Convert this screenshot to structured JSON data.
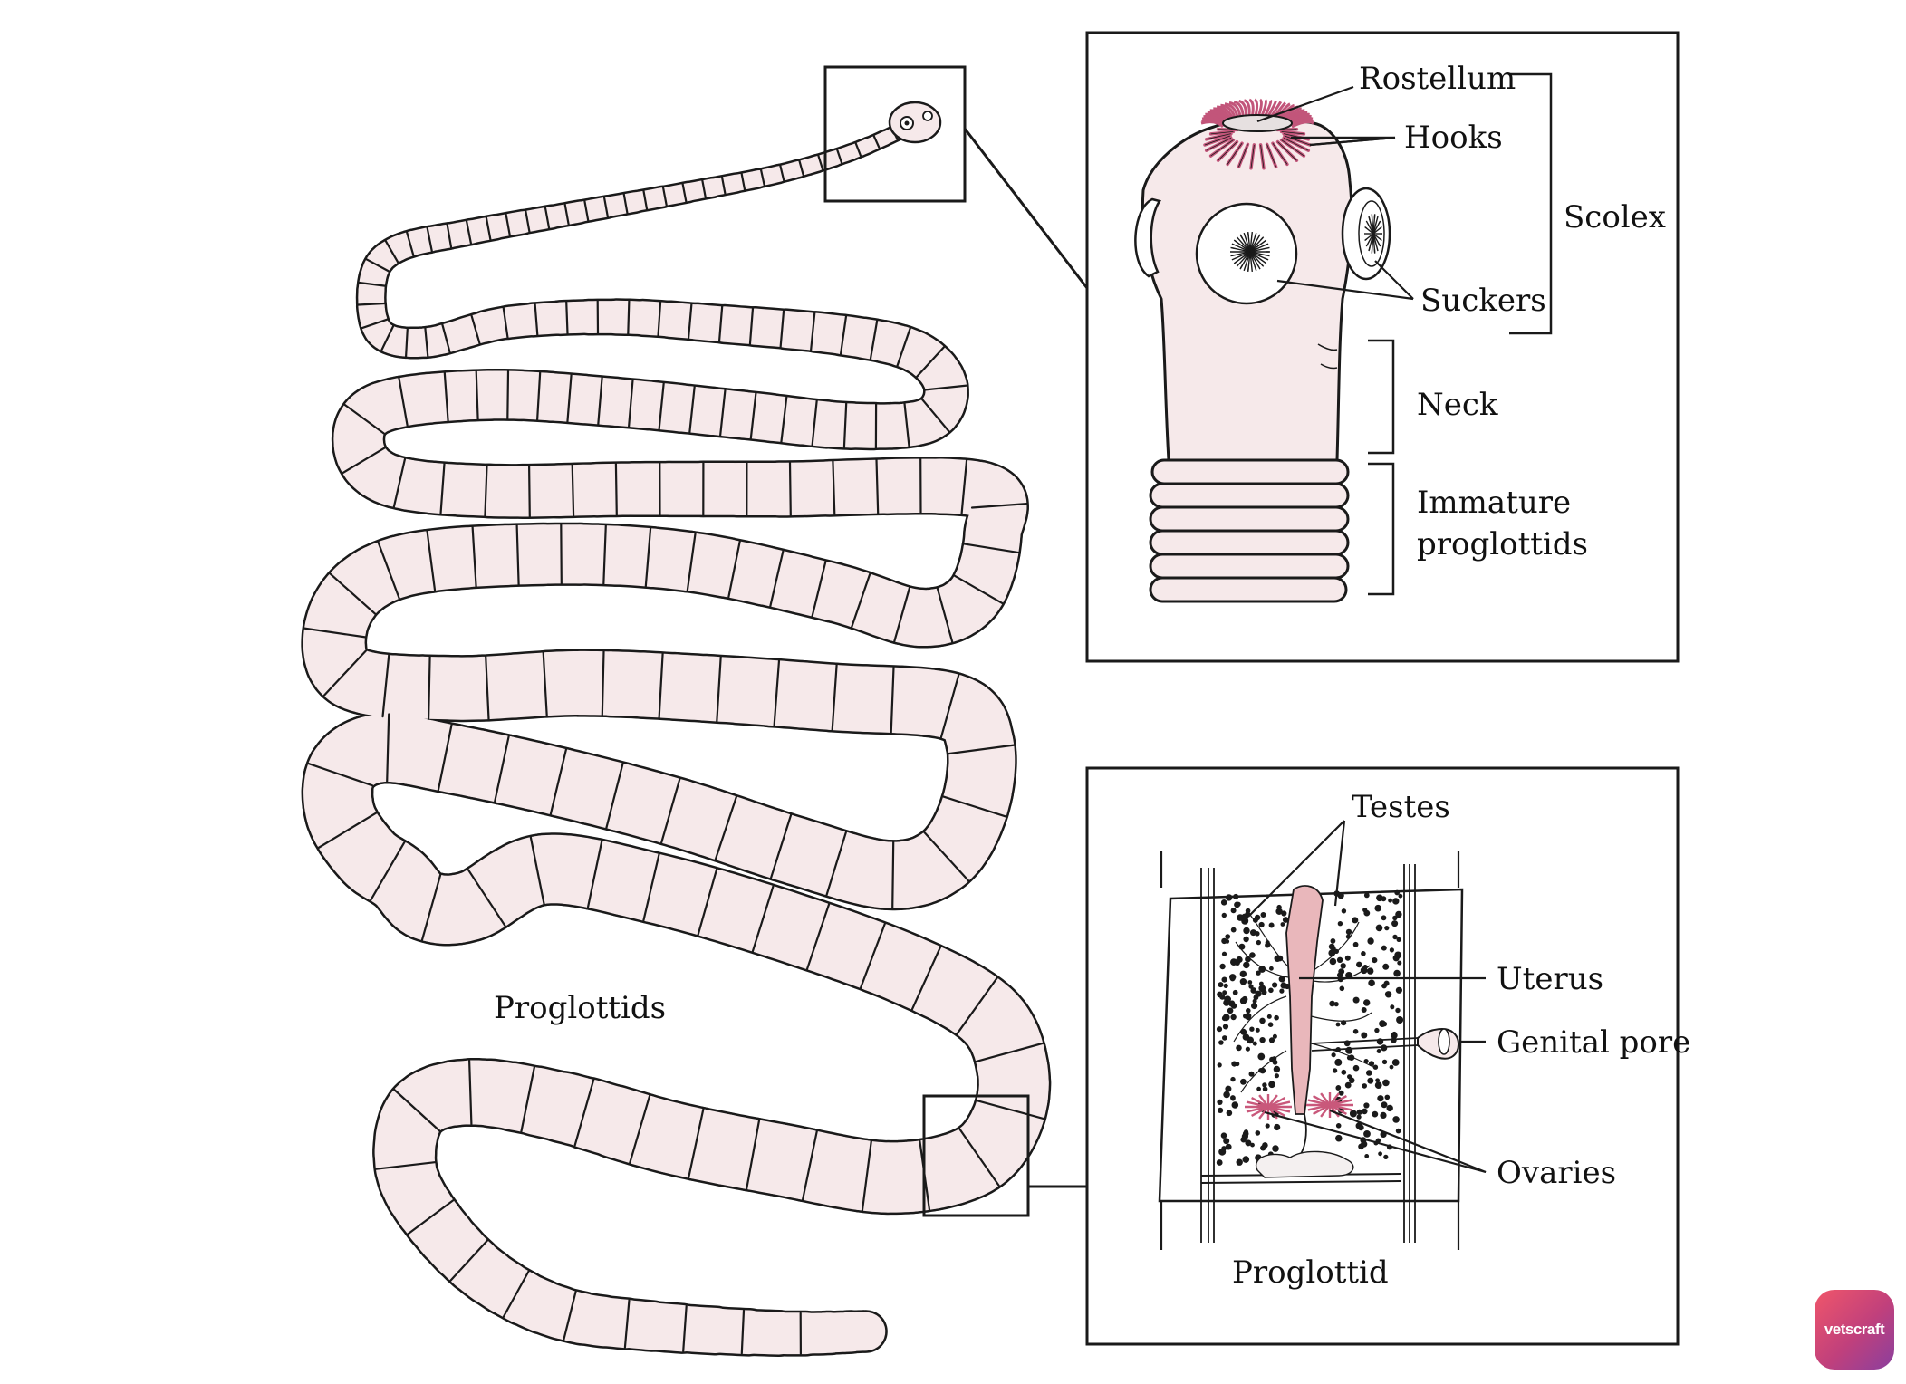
{
  "labels": {
    "rostellum": "Rostellum",
    "hooks": "Hooks",
    "scolex": "Scolex",
    "suckers": "Suckers",
    "neck": "Neck",
    "immature_line1": "Immature",
    "immature_line2": "proglottids",
    "proglottids": "Proglottids",
    "testes": "Testes",
    "uterus": "Uterus",
    "genital_pore": "Genital pore",
    "ovaries": "Ovaries",
    "proglottid": "Proglottid"
  },
  "brand": {
    "name": "vetscraft"
  },
  "colors": {
    "body_fill": "#f6e9ea",
    "stroke": "#1a1a1a",
    "hooks": "#c2557a",
    "uterus": "#e9b7bb",
    "ovaries": "#c9587b"
  }
}
